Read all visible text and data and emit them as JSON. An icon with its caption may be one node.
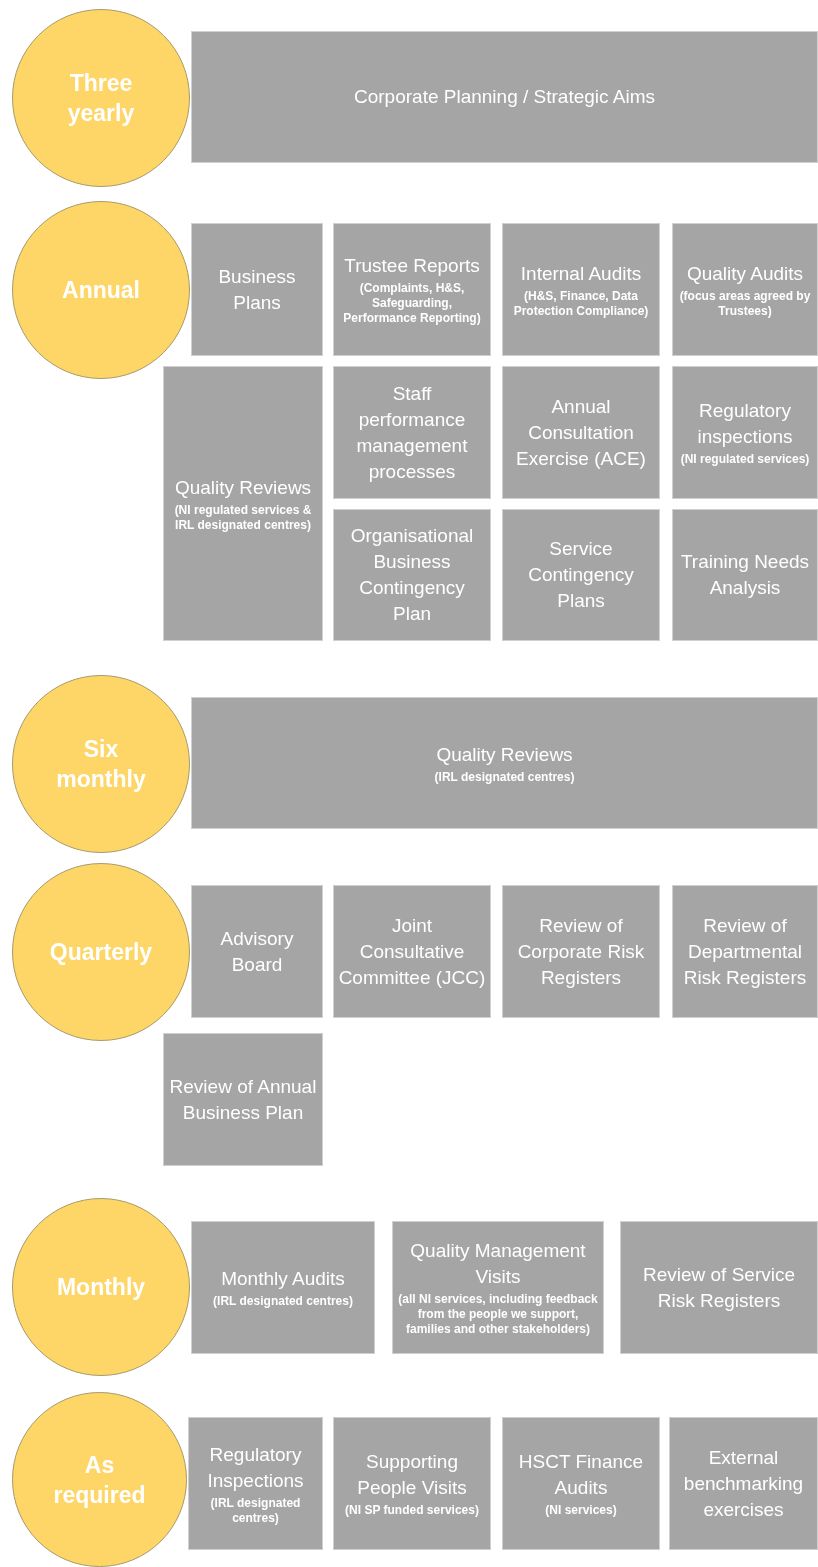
{
  "diagram": {
    "nodes": [
      {
        "text": [
          "Three yearly"
        ]
      },
      {
        "text": [
          "Corporate Planning / Strategic Aims"
        ]
      },
      {
        "text": [
          "Annual"
        ]
      },
      {
        "text": [
          "Business Plans"
        ]
      },
      {
        "text": [
          "Trustee Reports",
          "(Complaints, H&S, Safeguarding, Performance Reporting)"
        ]
      },
      {
        "text": [
          "Internal Audits",
          "(H&S, Finance, Data Protection Compliance)"
        ]
      },
      {
        "text": [
          "Quality Audits",
          "(focus areas agreed by Trustees)"
        ]
      },
      {
        "text": [
          "Quality Reviews",
          "(NI regulated services & IRL designated centres)"
        ]
      },
      {
        "text": [
          "Staff performance management processes"
        ]
      },
      {
        "text": [
          "Annual Consultation Exercise (ACE)"
        ]
      },
      {
        "text": [
          "Regulatory inspections",
          "(NI regulated services)"
        ]
      },
      {
        "text": [
          "Organisational Business Contingency Plan"
        ]
      },
      {
        "text": [
          "Service Contingency Plans"
        ]
      },
      {
        "text": [
          "Training Needs Analysis"
        ]
      },
      {
        "text": [
          "Six monthly"
        ]
      },
      {
        "text": [
          "Quality Reviews",
          "(IRL designated centres)"
        ]
      },
      {
        "text": [
          "Quarterly"
        ]
      },
      {
        "text": [
          "Advisory Board"
        ]
      },
      {
        "text": [
          "Joint Consultative Committee (JCC)"
        ]
      },
      {
        "text": [
          "Review of Corporate Risk Registers"
        ]
      },
      {
        "text": [
          "Review of Departmental Risk Registers"
        ]
      },
      {
        "text": [
          "Review of Annual Business Plan"
        ]
      },
      {
        "text": [
          "Monthly"
        ]
      },
      {
        "text": [
          "Monthly Audits",
          "(IRL designated centres)"
        ]
      },
      {
        "text": [
          "Quality Management Visits",
          "(all NI services, including feedback from the people we support, families and other stakeholders)"
        ]
      },
      {
        "text": [
          "Review of Service Risk Registers"
        ]
      },
      {
        "text": [
          "As required"
        ]
      },
      {
        "text": [
          "Regulatory Inspections",
          "(IRL designated centres)"
        ]
      },
      {
        "text": [
          "Supporting People Visits",
          "(NI SP funded services)"
        ]
      },
      {
        "text": [
          "HSCT Finance Audits",
          "(NI services)"
        ]
      },
      {
        "text": [
          "External benchmarking exercises"
        ]
      }
    ]
  }
}
